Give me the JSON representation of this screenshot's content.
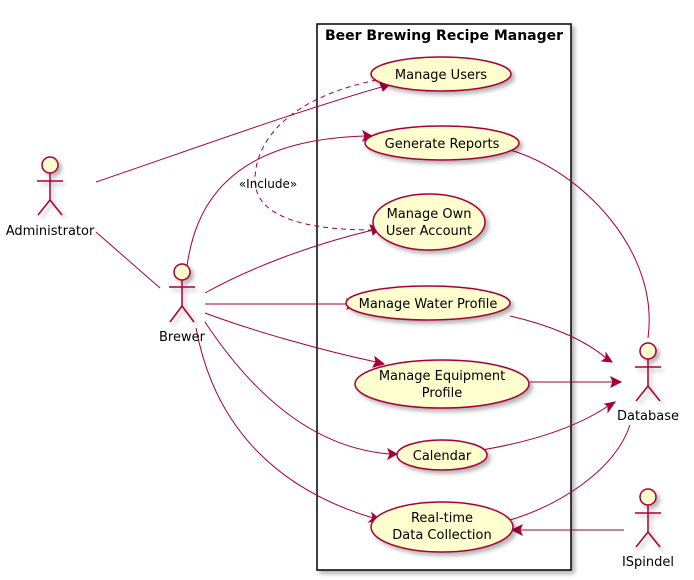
{
  "system": {
    "title": "Beer Brewing Recipe Manager"
  },
  "actors": {
    "administrator": "Administrator",
    "brewer": "Brewer",
    "database": "Database",
    "ispindel": "ISpindel"
  },
  "use_cases": {
    "manage_users": [
      "Manage Users"
    ],
    "generate_reports": [
      "Generate Reports"
    ],
    "manage_own_account": [
      "Manage Own",
      "User Account"
    ],
    "manage_water_profile": [
      "Manage Water Profile"
    ],
    "manage_equipment_profile": [
      "Manage Equipment",
      "Profile"
    ],
    "calendar": [
      "Calendar"
    ],
    "realtime_data": [
      "Real-time",
      "Data Collection"
    ]
  },
  "relations": {
    "include_label": "«Include»"
  },
  "colors": {
    "line": "#a80036",
    "fill": "#fefece",
    "boundary": "#000000"
  }
}
